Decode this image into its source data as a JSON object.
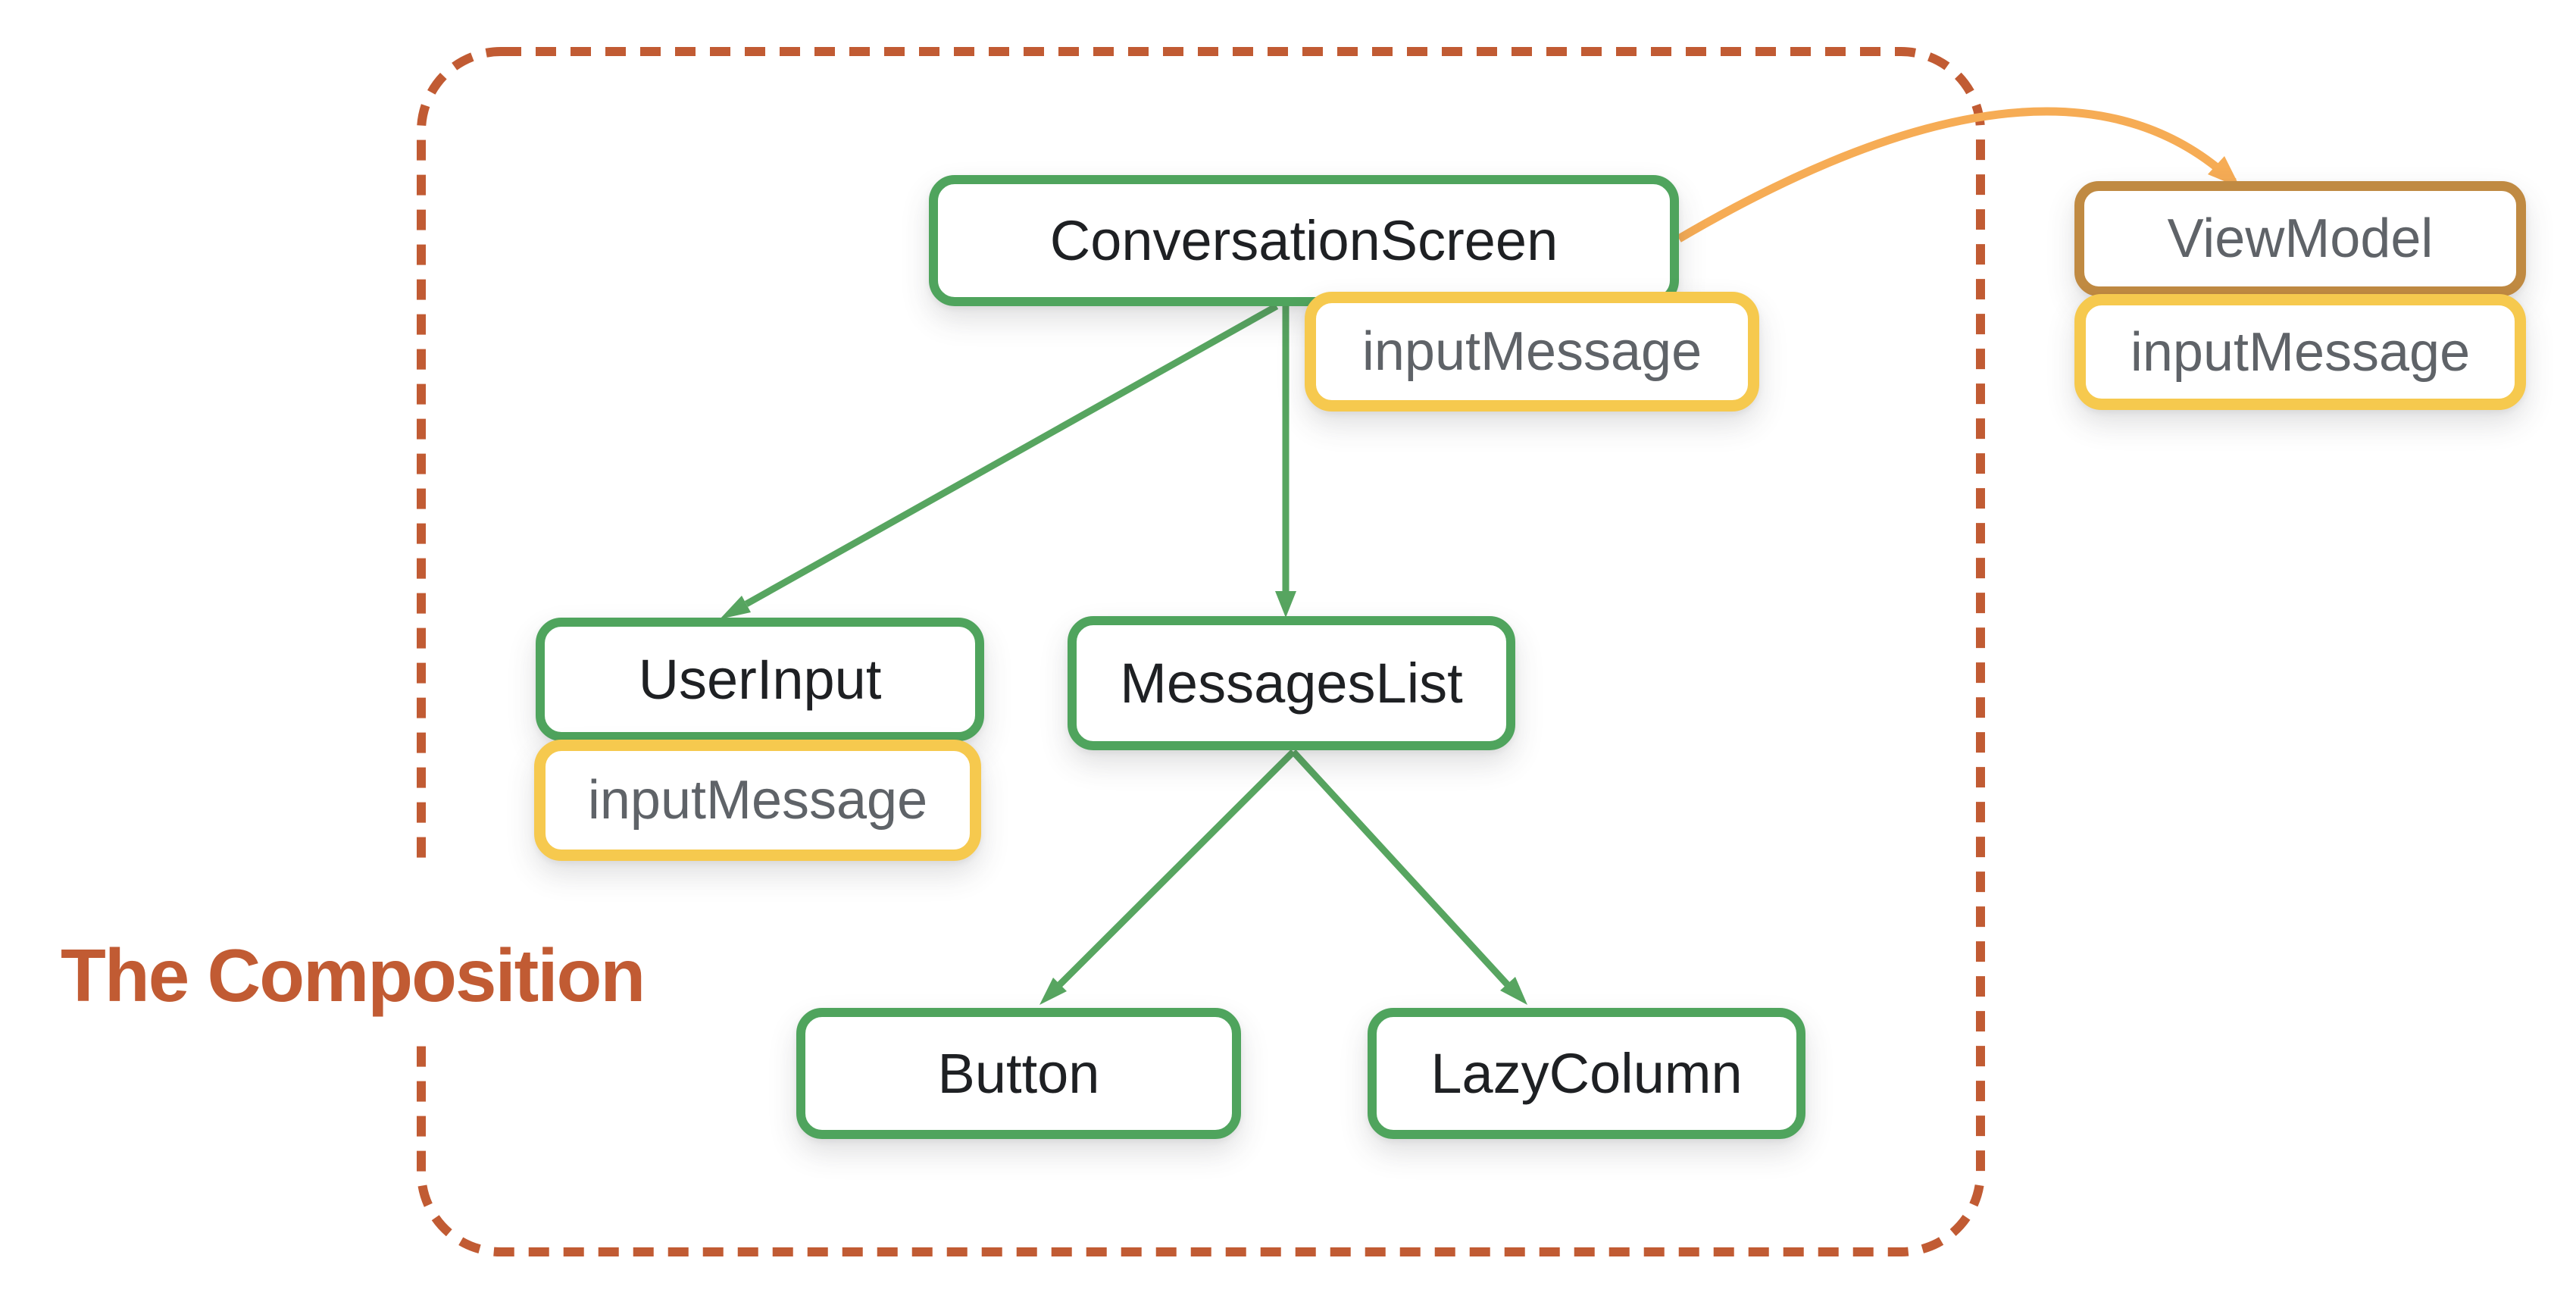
{
  "diagram": {
    "region_label": "The Composition",
    "nodes": {
      "conversation_screen": {
        "label": "ConversationScreen"
      },
      "user_input": {
        "label": "UserInput"
      },
      "messages_list": {
        "label": "MessagesList"
      },
      "button": {
        "label": "Button"
      },
      "lazy_column": {
        "label": "LazyColumn"
      },
      "view_model": {
        "label": "ViewModel"
      }
    },
    "state_badges": {
      "conversation_screen": {
        "label": "inputMessage"
      },
      "user_input": {
        "label": "inputMessage"
      },
      "view_model": {
        "label": "inputMessage"
      }
    },
    "edges": [
      {
        "from": "ConversationScreen",
        "to": "UserInput",
        "style": "green-arrow"
      },
      {
        "from": "ConversationScreen",
        "to": "MessagesList",
        "style": "green-arrow"
      },
      {
        "from": "MessagesList",
        "to": "Button",
        "style": "green-arrow"
      },
      {
        "from": "MessagesList",
        "to": "LazyColumn",
        "style": "green-arrow"
      },
      {
        "from": "ConversationScreen",
        "to": "ViewModel",
        "style": "orange-curved-arrow"
      }
    ],
    "colors": {
      "composable_border": "#4FA45D",
      "state_badge_border": "#F6C94E",
      "view_model_border": "#C08A42",
      "boundary_dash": "#C15B33",
      "region_label": "#C15B33",
      "edge_green": "#57A560",
      "edge_orange": "#F6AC55",
      "label_dark": "#1E2023",
      "label_gray": "#5F6368"
    }
  }
}
